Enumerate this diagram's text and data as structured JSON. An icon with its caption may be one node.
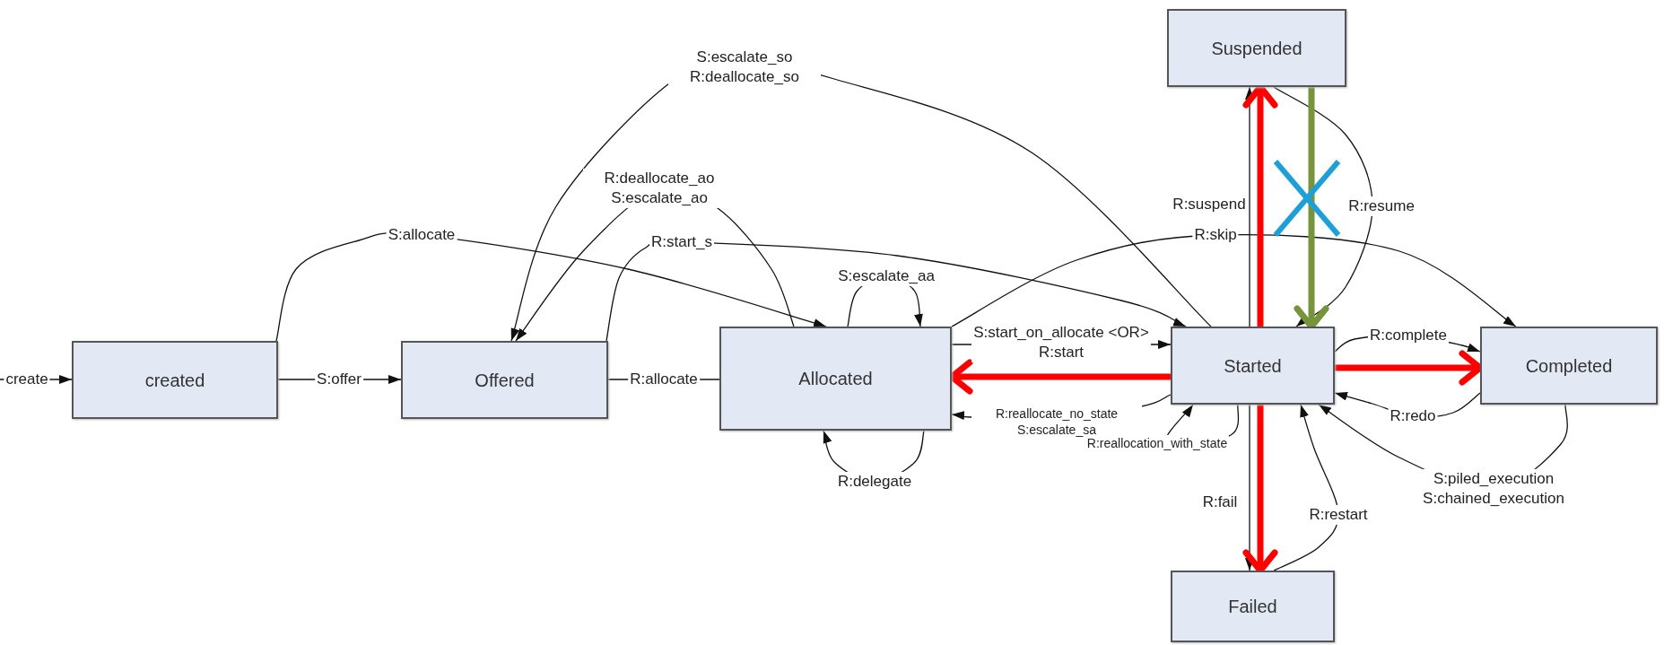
{
  "diagram": {
    "nodes": [
      {
        "text": [
          "created"
        ]
      },
      {
        "text": [
          "Offered"
        ]
      },
      {
        "text": [
          "Allocated"
        ]
      },
      {
        "text": [
          "Started"
        ]
      },
      {
        "text": [
          "Completed"
        ]
      },
      {
        "text": [
          "Suspended"
        ]
      },
      {
        "text": [
          "Failed"
        ]
      }
    ],
    "edges": [
      {
        "from": null,
        "to": 0,
        "arrow": "to",
        "label": "create"
      },
      {
        "from": 0,
        "to": 1,
        "arrow": "to",
        "label": "S:offer"
      },
      {
        "from": 0,
        "to": 2,
        "arrow": "to",
        "label": "S:allocate"
      },
      {
        "from": 1,
        "to": 2,
        "arrow": "none",
        "label": "R:allocate"
      },
      {
        "from": 1,
        "to": 3,
        "arrow": "to",
        "label": "R:start_s"
      },
      {
        "from": 3,
        "to": 1,
        "arrow": "to",
        "label": "S:escalate_so R:deallocate_so"
      },
      {
        "from": 2,
        "to": 1,
        "arrow": "to",
        "label": "R:deallocate_ao S:escalate_ao"
      },
      {
        "from": 2,
        "to": 2,
        "arrow": "to",
        "label": "S:escalate_aa"
      },
      {
        "from": 2,
        "to": 2,
        "arrow": "to",
        "label": "R:delegate"
      },
      {
        "from": 2,
        "to": 3,
        "arrow": "to",
        "label": "S:start_on_allocate <OR> R:start"
      },
      {
        "from": 3,
        "to": 2,
        "arrow": "to",
        "label": "R:reallocate_no_state S:escalate_sa"
      },
      {
        "from": 2,
        "to": 4,
        "arrow": "to",
        "label": "R:skip"
      },
      {
        "from": 3,
        "to": 5,
        "arrow": "to",
        "label": "R:suspend"
      },
      {
        "from": 5,
        "to": 3,
        "arrow": "to",
        "label": "R:resume"
      },
      {
        "from": 3,
        "to": 4,
        "arrow": "to",
        "label": "R:complete"
      },
      {
        "from": 4,
        "to": 3,
        "arrow": "to",
        "label": "R:redo"
      },
      {
        "from": 4,
        "to": 3,
        "arrow": "to",
        "label": "S:piled_execution S:chained_execution"
      },
      {
        "from": 3,
        "to": 6,
        "arrow": "to",
        "label": "R:fail"
      },
      {
        "from": 6,
        "to": 3,
        "arrow": "to",
        "label": "R:restart"
      },
      {
        "from": 3,
        "to": 3,
        "arrow": "to",
        "label": "R:reallocation_with_state"
      },
      {
        "from": 3,
        "to": 2,
        "arrow": "to",
        "style": "thick",
        "color": "#ff0000"
      },
      {
        "from": 3,
        "to": 5,
        "arrow": "to",
        "style": "thick",
        "color": "#ff0000"
      },
      {
        "from": 3,
        "to": 4,
        "arrow": "to",
        "style": "thick",
        "color": "#ff0000"
      },
      {
        "from": 3,
        "to": 6,
        "arrow": "to",
        "style": "thick",
        "color": "#ff0000"
      },
      {
        "from": 5,
        "to": 3,
        "arrow": "to",
        "style": "thick",
        "color": "#77933c"
      }
    ]
  }
}
